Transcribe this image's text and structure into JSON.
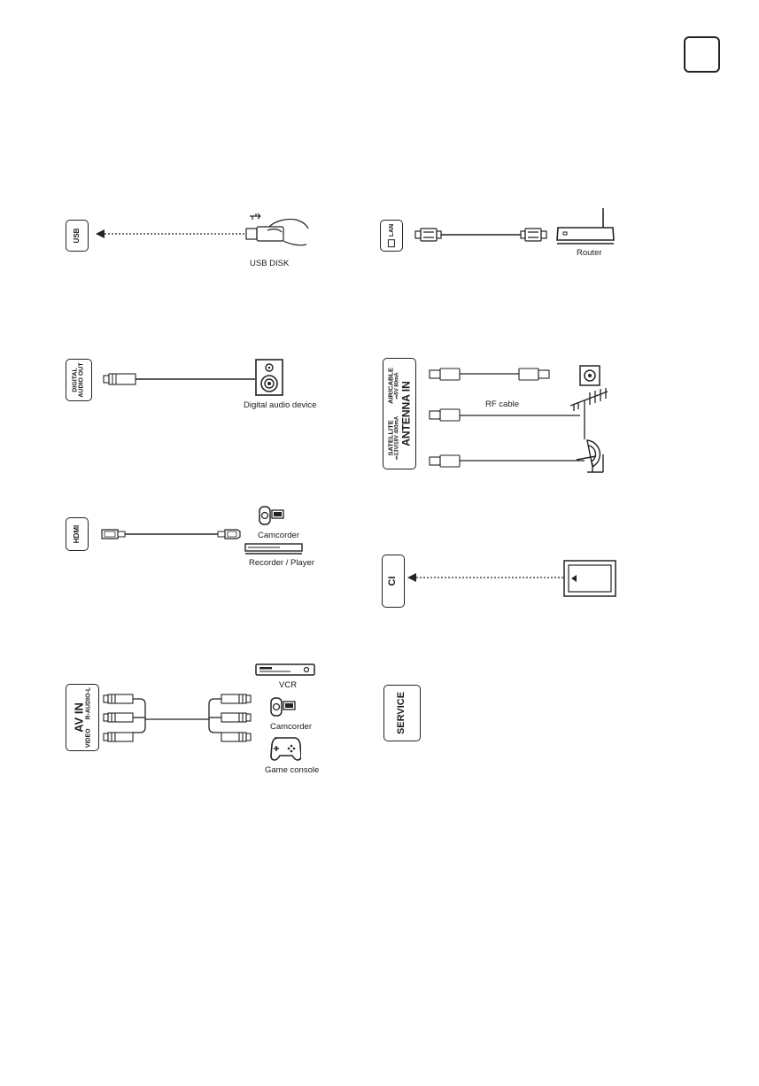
{
  "ports": {
    "usb": "USB",
    "digital_audio_out_1": "DIGITAL",
    "digital_audio_out_2": "AUDIO OUT",
    "hdmi": "HDMI",
    "av_in_title": "AV IN",
    "av_in_r_audio_l": "R-AUDIO-L",
    "av_in_video": "VIDEO",
    "lan": "LAN",
    "antenna_in_title": "ANTENNA IN",
    "air_cable": "AIR/CABLE",
    "air_cable_spec": "⎓5V 80mA",
    "satellite": "SATELLITE",
    "satellite_spec": "⎓13V/18V 400mA",
    "ci": "CI",
    "service": "SERVICE"
  },
  "devices": {
    "usb_disk": "USB DISK",
    "router": "Router",
    "digital_audio_device": "Digital audio device",
    "rf_cable": "RF cable",
    "camcorder_hdmi": "Camcorder",
    "recorder_player": "Recorder / Player",
    "vcr": "VCR",
    "camcorder_av": "Camcorder",
    "game_console": "Game console"
  },
  "icons": {
    "usb": "usb-symbol-icon",
    "router": "router-icon",
    "speaker": "speaker-icon",
    "antenna": "antenna-icon",
    "satellite_dish": "satellite-dish-icon",
    "camcorder": "camcorder-icon",
    "player": "disc-player-icon",
    "vcr": "vcr-icon",
    "game_console": "gamepad-icon",
    "ci_card": "ci-card-icon"
  }
}
